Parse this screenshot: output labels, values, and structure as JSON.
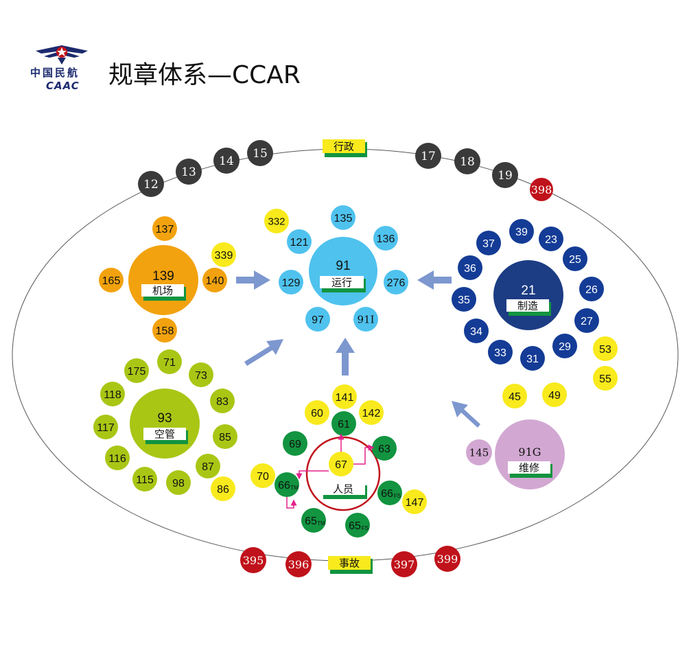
{
  "header": {
    "logo_cn": "中国民航",
    "logo_en": "CAAC",
    "title": "规章体系—CCAR"
  },
  "colors": {
    "dark": "#3a3a3a",
    "red": "#c0121b",
    "yellow": "#f8ea1c",
    "orange": "#f2a20e",
    "light_blue": "#4fc2ee",
    "navy": "#143c96",
    "navy_big": "#1c3c84",
    "lime": "#a9c615",
    "green": "#129440",
    "lavender": "#d2a8d2",
    "arrow": "#7d97cf",
    "label_bar": "#129440",
    "connector": "#e2218c"
  },
  "categories": {
    "admin": "行政",
    "accident": "事故",
    "airport": "机场",
    "operations": "运行",
    "manufacturing": "制造",
    "atc": "空管",
    "personnel": "人员",
    "maintenance": "维修"
  },
  "hubs": {
    "airport": "139",
    "operations": "91",
    "manufacturing": "21",
    "atc": "93",
    "personnel": "67",
    "maintenance": "91G"
  },
  "rules": {
    "admin": [
      "12",
      "13",
      "14",
      "15",
      "17",
      "18",
      "19",
      "398"
    ],
    "accident": [
      "395",
      "396",
      "397",
      "399"
    ],
    "airport": [
      "137",
      "165",
      "339",
      "140",
      "158"
    ],
    "operations": [
      "332",
      "135",
      "121",
      "136",
      "129",
      "276",
      "97",
      "91I"
    ],
    "manufacturing": [
      "39",
      "37",
      "23",
      "36",
      "25",
      "35",
      "26",
      "27",
      "34",
      "33",
      "31",
      "29",
      "53",
      "55",
      "45",
      "49"
    ],
    "atc": [
      "175",
      "71",
      "73",
      "118",
      "83",
      "117",
      "85",
      "116",
      "87",
      "115",
      "98",
      "86"
    ],
    "personnel": [
      "141",
      "60",
      "142",
      "61",
      "69",
      "63",
      "70",
      "66",
      "66",
      "147",
      "65",
      "65"
    ],
    "maintenance": [
      "145"
    ]
  },
  "subscripts": {
    "tm": "TM",
    "fs": "FS"
  }
}
